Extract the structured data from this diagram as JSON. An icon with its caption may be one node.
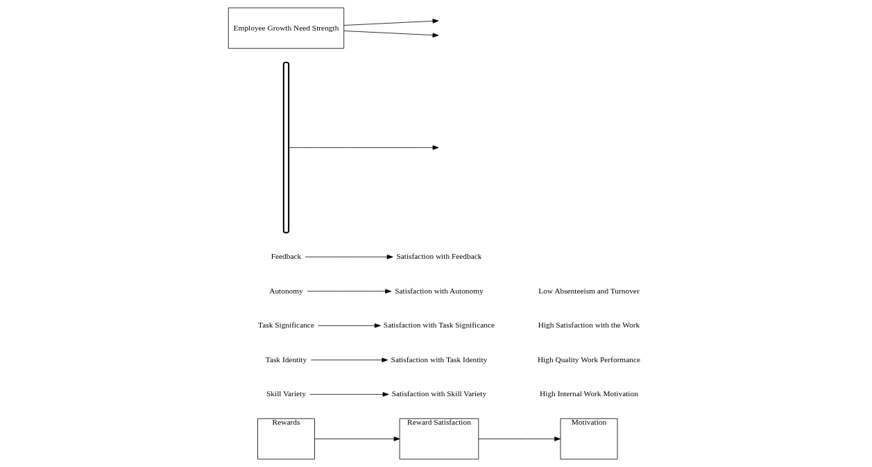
{
  "diagram": {
    "nodes": [
      {
        "text": [
          "Rewards"
        ]
      },
      {
        "text": [
          "Reward Satisfaction"
        ]
      },
      {
        "text": [
          "Motivation"
        ]
      },
      {
        "text": [
          "Skill Variety"
        ]
      },
      {
        "text": [
          "Satisfaction with Skill Variety"
        ]
      },
      {
        "text": [
          "Task Identity"
        ]
      },
      {
        "text": [
          "Satisfaction with Task Identity"
        ]
      },
      {
        "text": [
          "Task Significance"
        ]
      },
      {
        "text": [
          "Satisfaction with Task Significance"
        ]
      },
      {
        "text": [
          "Autonomy"
        ]
      },
      {
        "text": [
          "Satisfaction with Autonomy"
        ]
      },
      {
        "text": [
          "Feedback"
        ]
      },
      {
        "text": [
          "Satisfaction with Feedback"
        ]
      },
      {
        "text": [],
        "shape": "brace"
      },
      {
        "text": [
          "High Internal Work Motivation"
        ]
      },
      {
        "text": [
          "High Quality Work Performance"
        ]
      },
      {
        "text": [
          "High Satisfaction with the Work"
        ]
      },
      {
        "text": [
          "Low Absenteeism and Turnover"
        ]
      },
      {
        "text": [
          "Employee Growth Need Strength"
        ]
      }
    ],
    "edges": [
      {
        "from": 0,
        "to": 1,
        "arrow": "to"
      },
      {
        "from": 1,
        "to": 2,
        "arrow": "to"
      },
      {
        "from": 3,
        "to": 4,
        "arrow": "to"
      },
      {
        "from": 5,
        "to": 6,
        "arrow": "to"
      },
      {
        "from": 7,
        "to": 8,
        "arrow": "to"
      },
      {
        "from": 9,
        "to": 10,
        "arrow": "to"
      },
      {
        "from": 11,
        "to": 12,
        "arrow": "to"
      },
      {
        "from": 13,
        "to": null,
        "arrow": "to"
      },
      {
        "from": 18,
        "to": null,
        "arrow": "to"
      },
      {
        "from": 18,
        "to": null,
        "arrow": "to"
      }
    ]
  }
}
